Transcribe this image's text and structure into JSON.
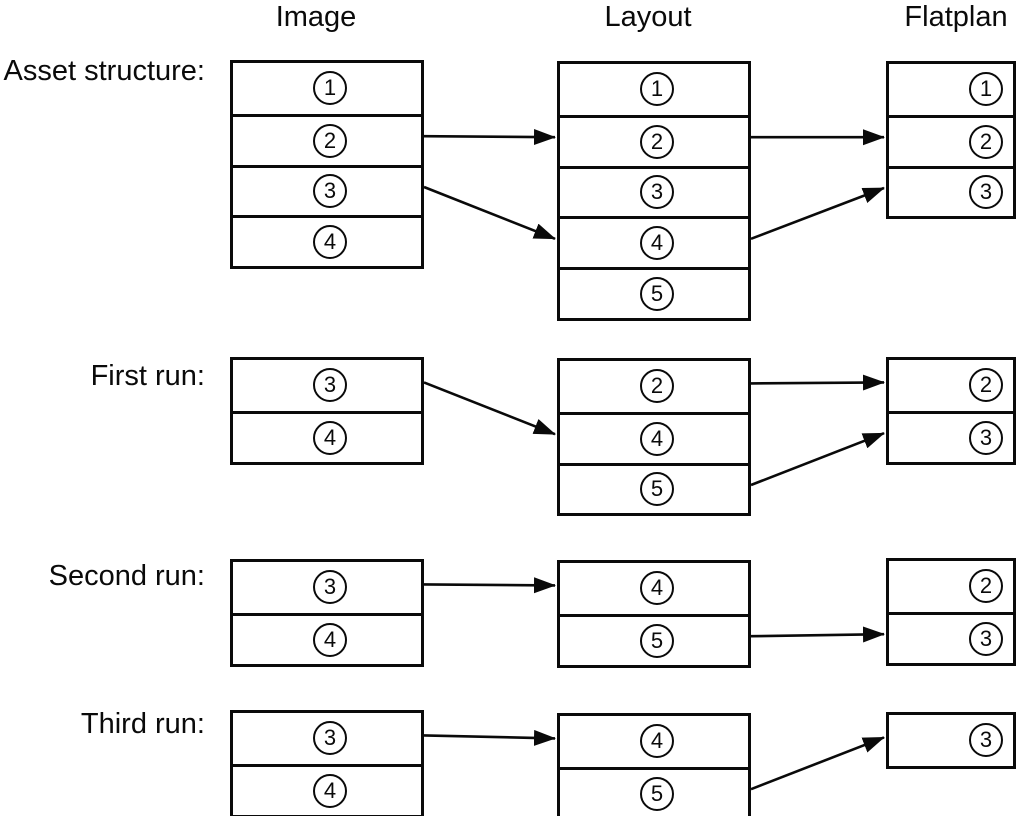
{
  "colors": {
    "ink": "#0a0a0a",
    "background": "#ffffff"
  },
  "columns": [
    {
      "id": "image",
      "label": "Image"
    },
    {
      "id": "layout",
      "label": "Layout"
    },
    {
      "id": "flatplan",
      "label": "Flatplan"
    }
  ],
  "rows": [
    {
      "id": "asset-structure",
      "label": "Asset structure:",
      "stacks": {
        "image": [
          "1",
          "2",
          "3",
          "4"
        ],
        "layout": [
          "1",
          "2",
          "3",
          "4",
          "5"
        ],
        "flatplan": [
          "1",
          "2",
          "3"
        ]
      },
      "arrows": [
        {
          "from": [
            "image",
            1
          ],
          "to": [
            "layout",
            1
          ]
        },
        {
          "from": [
            "image",
            2
          ],
          "to": [
            "layout",
            3
          ]
        },
        {
          "from": [
            "layout",
            1
          ],
          "to": [
            "flatplan",
            1
          ]
        },
        {
          "from": [
            "layout",
            3
          ],
          "to": [
            "flatplan",
            2
          ]
        }
      ]
    },
    {
      "id": "first-run",
      "label": "First run:",
      "stacks": {
        "image": [
          "3",
          "4"
        ],
        "layout": [
          "2",
          "4",
          "5"
        ],
        "flatplan": [
          "2",
          "3"
        ]
      },
      "arrows": [
        {
          "from": [
            "image",
            0
          ],
          "to": [
            "layout",
            1
          ]
        },
        {
          "from": [
            "layout",
            0
          ],
          "to": [
            "flatplan",
            0
          ]
        },
        {
          "from": [
            "layout",
            2
          ],
          "to": [
            "flatplan",
            1
          ]
        }
      ]
    },
    {
      "id": "second-run",
      "label": "Second run:",
      "stacks": {
        "image": [
          "3",
          "4"
        ],
        "layout": [
          "4",
          "5"
        ],
        "flatplan": [
          "2",
          "3"
        ]
      },
      "arrows": [
        {
          "from": [
            "image",
            0
          ],
          "to": [
            "layout",
            0
          ]
        },
        {
          "from": [
            "layout",
            1
          ],
          "to": [
            "flatplan",
            1
          ]
        }
      ]
    },
    {
      "id": "third-run",
      "label": "Third run:",
      "stacks": {
        "image": [
          "3",
          "4"
        ],
        "layout": [
          "4",
          "5"
        ],
        "flatplan": [
          "3"
        ]
      },
      "arrows": [
        {
          "from": [
            "image",
            0
          ],
          "to": [
            "layout",
            0
          ]
        },
        {
          "from": [
            "layout",
            1
          ],
          "to": [
            "flatplan",
            0
          ]
        }
      ]
    }
  ]
}
